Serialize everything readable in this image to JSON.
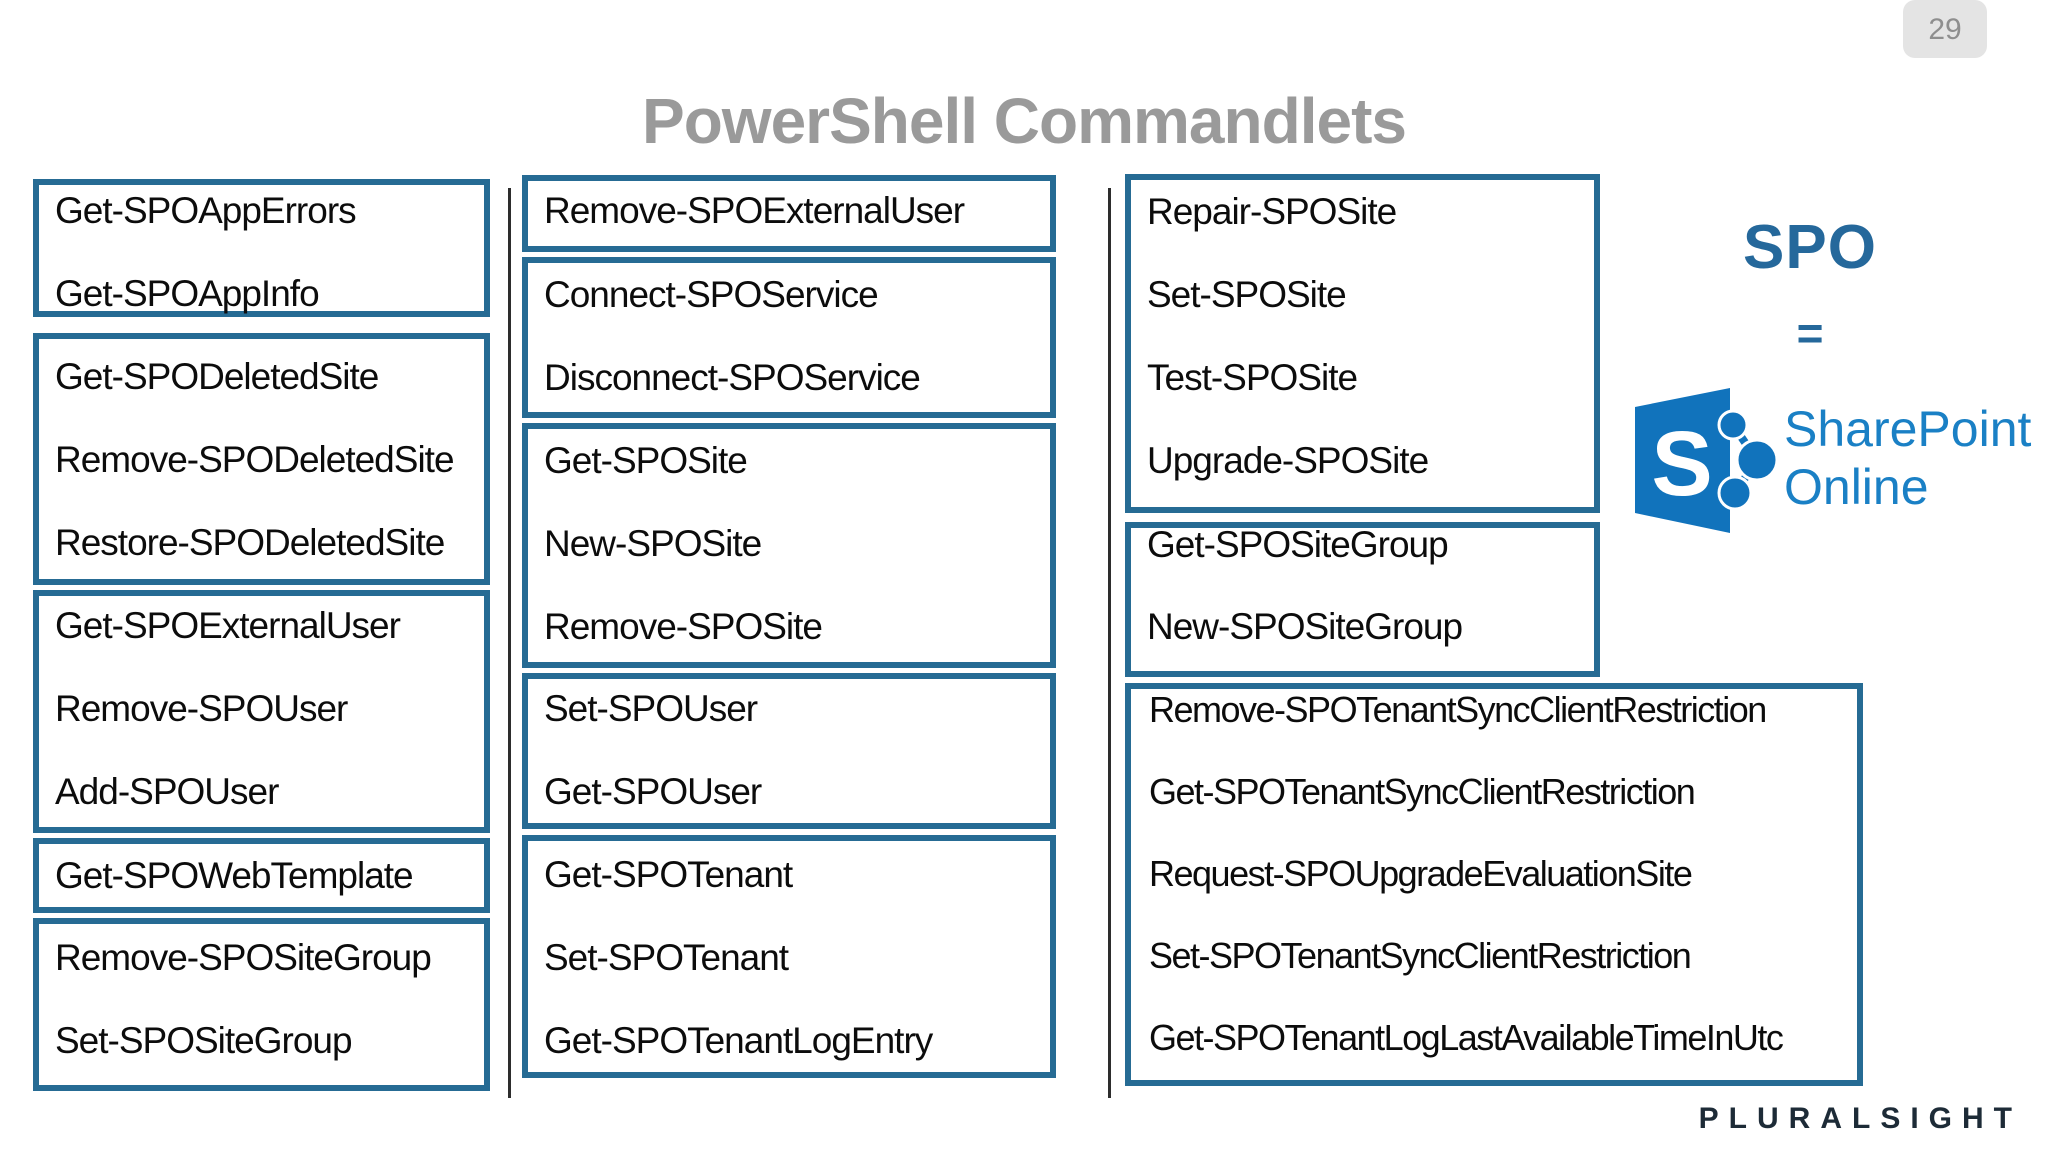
{
  "page_number": "29",
  "title": "PowerShell Commandlets",
  "columns": [
    {
      "boxes": [
        {
          "commands": [
            "Get-SPOAppErrors",
            "Get-SPOAppInfo"
          ]
        },
        {
          "commands": [
            "Get-SPODeletedSite",
            "Remove-SPODeletedSite",
            "Restore-SPODeletedSite"
          ]
        },
        {
          "commands": [
            "Get-SPOExternalUser",
            "Remove-SPOUser",
            "Add-SPOUser"
          ]
        },
        {
          "commands": [
            "Get-SPOWebTemplate"
          ]
        },
        {
          "commands": [
            "Remove-SPOSiteGroup",
            "Set-SPOSiteGroup"
          ]
        }
      ]
    },
    {
      "boxes": [
        {
          "commands": [
            "Remove-SPOExternalUser"
          ]
        },
        {
          "commands": [
            "Connect-SPOService",
            "Disconnect-SPOService"
          ]
        },
        {
          "commands": [
            "Get-SPOSite",
            "New-SPOSite",
            "Remove-SPOSite"
          ]
        },
        {
          "commands": [
            "Set-SPOUser",
            "Get-SPOUser"
          ]
        },
        {
          "commands": [
            "Get-SPOTenant",
            "Set-SPOTenant",
            "Get-SPOTenantLogEntry"
          ]
        }
      ]
    },
    {
      "boxes": [
        {
          "commands": [
            "Repair-SPOSite",
            "Set-SPOSite",
            "Test-SPOSite",
            "Upgrade-SPOSite"
          ]
        },
        {
          "commands": [
            "Get-SPOSiteGroup",
            "New-SPOSiteGroup"
          ]
        },
        {
          "commands": [
            "Remove-SPOTenantSyncClientRestriction",
            "Get-SPOTenantSyncClientRestriction",
            "Request-SPOUpgradeEvaluationSite",
            "Set-SPOTenantSyncClientRestriction",
            "Get-SPOTenantLogLastAvailableTimeInUtc"
          ]
        }
      ]
    }
  ],
  "legend": {
    "abbreviation": "SPO",
    "equals_sign": "=",
    "logo_letter": "S",
    "product_line1": "SharePoint",
    "product_line2": "Online"
  },
  "footer": {
    "brand": "PLURALSIGHT"
  },
  "colors": {
    "box_border": "#266b94",
    "sharepoint_blue": "#1173bc",
    "legend_dark_blue": "#25689b",
    "title_gray": "#9a9a9a",
    "brand_navy": "#1d2b37"
  }
}
